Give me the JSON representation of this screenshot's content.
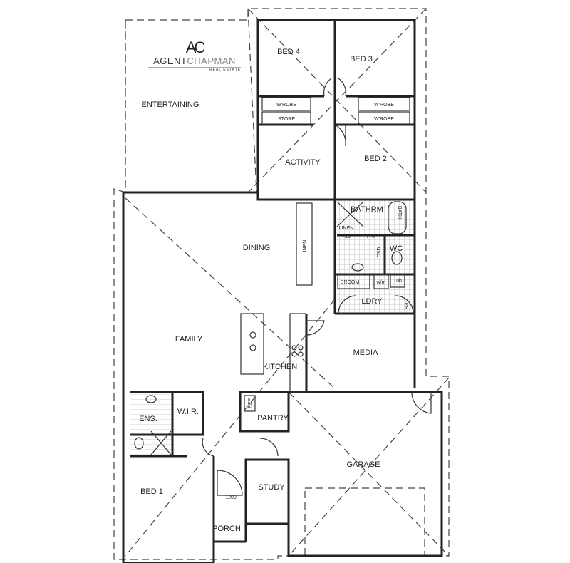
{
  "logo": {
    "mark": "AC",
    "name_a": "AGENT",
    "name_b": "CHAPMAN",
    "sub": "REAL ESTATE"
  },
  "rooms": {
    "entertaining": "ENTERTAINING",
    "bed4": "BED 4",
    "bed3": "BED 3",
    "wrobe1": "W'ROBE",
    "store": "STORE",
    "wrobe2": "W'ROBE",
    "wrobe3": "W'ROBE",
    "activity": "ACTIVITY",
    "bed2": "BED 2",
    "bathrm": "BATHRM",
    "bath": "BATH",
    "linen1": "LINEN",
    "linen2": "LINEN",
    "dim720": "720",
    "dim770": "770",
    "csd": "CSD",
    "wc": "WC",
    "dining": "DINING",
    "broom": "BROOM",
    "wm": "w/m",
    "tub": "Tub",
    "ldry": "LDRY",
    "dim820": "820",
    "family": "FAMILY",
    "kitchen": "KITCHEN",
    "media": "MEDIA",
    "ens": "ENS.",
    "wir": "W.I.R.",
    "ref": "REF",
    "pantry": "PANTRY",
    "garage": "GARAGE",
    "study": "STUDY",
    "bed1": "BED 1",
    "dim1200": "1200",
    "porch": "PORCH"
  }
}
